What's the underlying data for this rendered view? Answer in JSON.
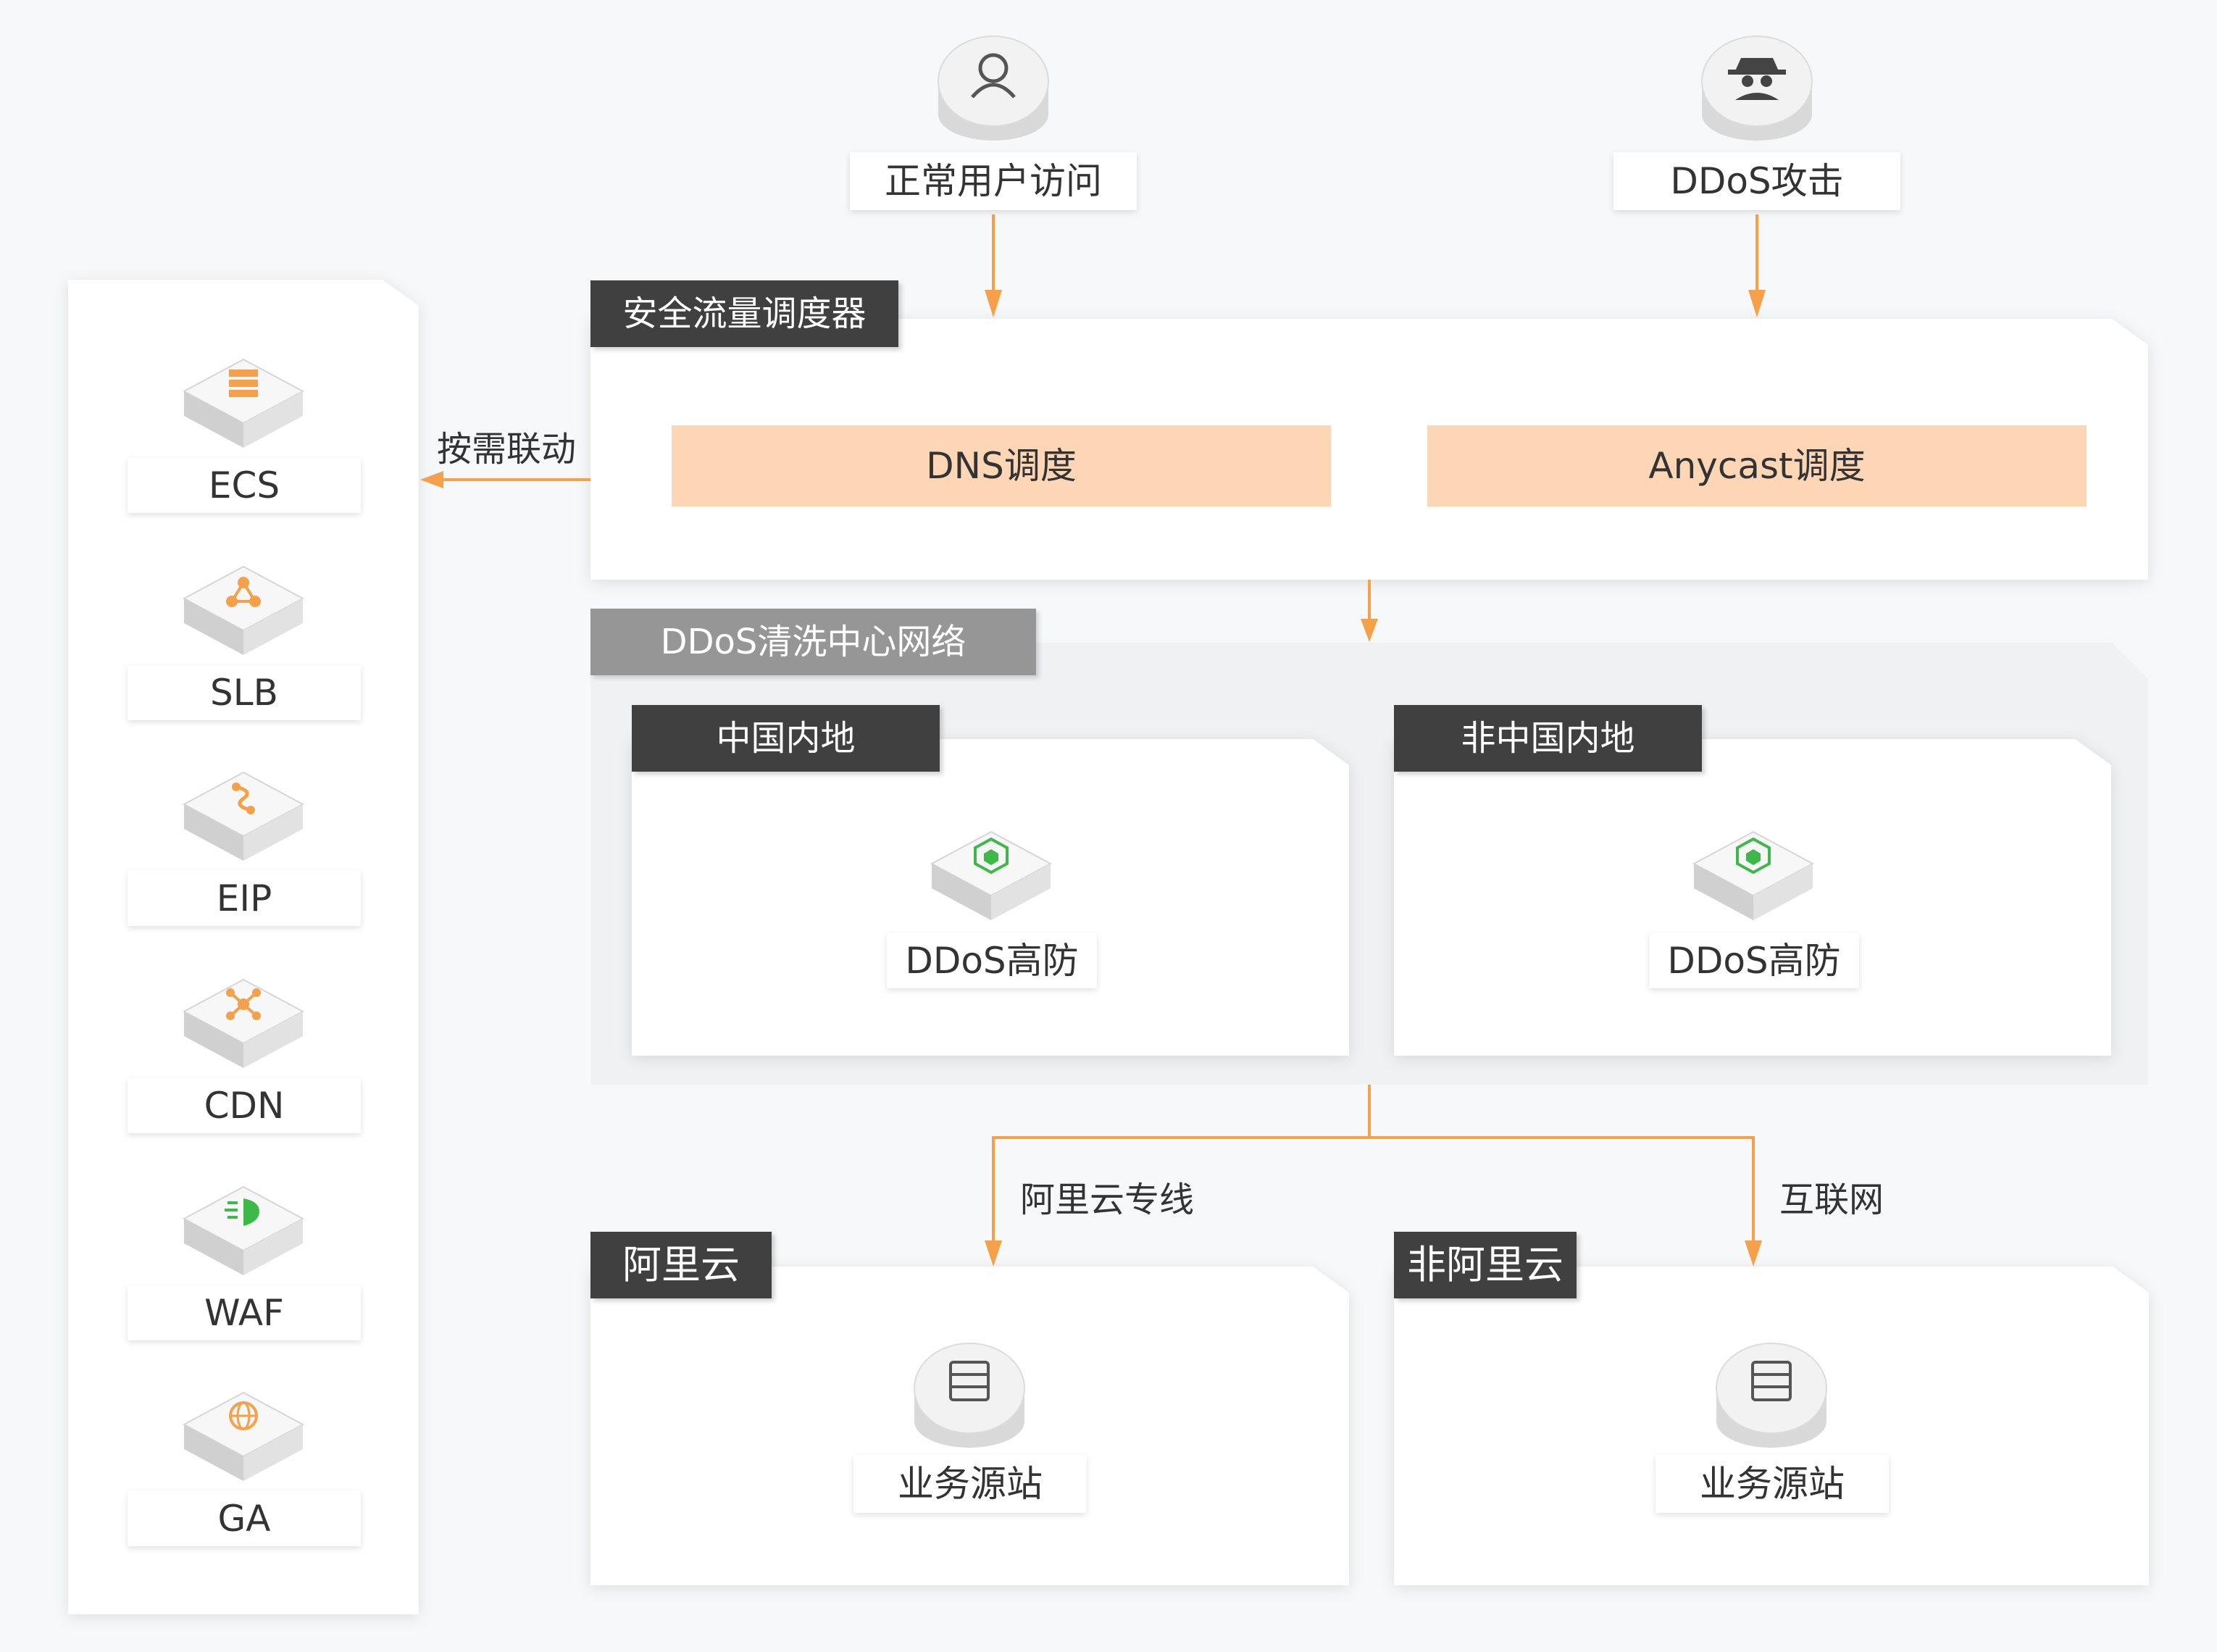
{
  "top": {
    "user_label": "正常用户访问",
    "attack_label": "DDoS攻击"
  },
  "scheduler": {
    "title": "安全流量调度器",
    "dns": "DNS调度",
    "anycast": "Anycast调度"
  },
  "linkage_label": "按需联动",
  "products": [
    "ECS",
    "SLB",
    "EIP",
    "CDN",
    "WAF",
    "GA"
  ],
  "cleaning": {
    "title": "DDoS清洗中心网络",
    "mainland": {
      "title": "中国内地",
      "service": "DDoS高防"
    },
    "non_mainland": {
      "title": "非中国内地",
      "service": "DDoS高防"
    }
  },
  "links": {
    "dedicated": "阿里云专线",
    "internet": "互联网"
  },
  "origins": {
    "aliyun": {
      "title": "阿里云",
      "site": "业务源站"
    },
    "non_aliyun": {
      "title": "非阿里云",
      "site": "业务源站"
    }
  },
  "colors": {
    "accent": "#f5a04a",
    "dark_tag": "#404040",
    "gray_tag": "#969696",
    "orange_bar": "#fdd6b6",
    "green_icon": "#3fb84a"
  }
}
